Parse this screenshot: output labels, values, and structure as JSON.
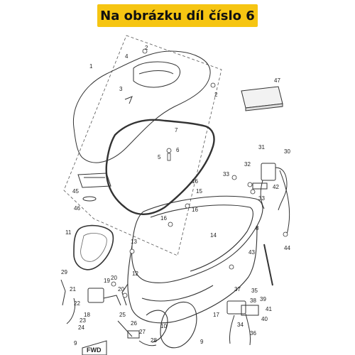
{
  "banner": {
    "text": "Na obrázku díl číslo 6",
    "color": "#f6c512"
  },
  "callouts": [
    "1",
    "2",
    "2",
    "3",
    "4",
    "5",
    "6",
    "7",
    "8",
    "9",
    "9",
    "10",
    "11",
    "12",
    "13",
    "14",
    "15",
    "16",
    "16",
    "16",
    "17",
    "18",
    "19",
    "20",
    "20",
    "21",
    "22",
    "23",
    "24",
    "25",
    "26",
    "27",
    "28",
    "29",
    "30",
    "31",
    "32",
    "33",
    "33",
    "34",
    "35",
    "36",
    "37",
    "38",
    "39",
    "40",
    "41",
    "42",
    "43",
    "44",
    "45",
    "46",
    "47"
  ],
  "fwd_label": "FWD"
}
